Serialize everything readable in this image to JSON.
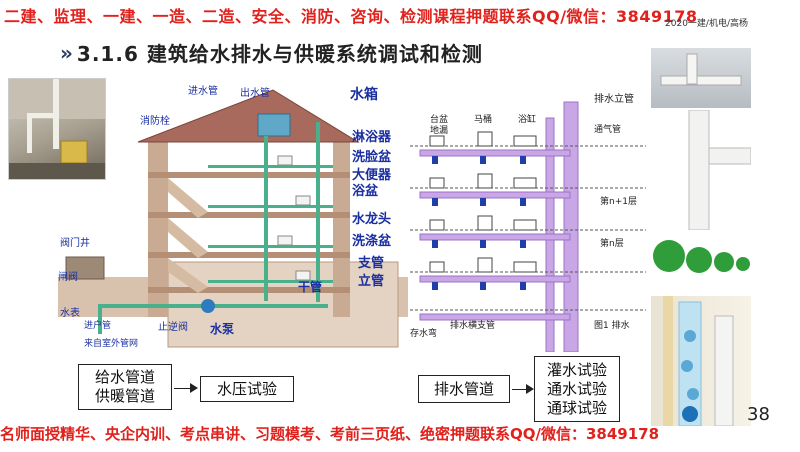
{
  "banner_top": "二建、监理、一建、一造、二造、安全、消防、咨询、检测课程押题联系QQ/微信：3849178",
  "course_tag": "2020一建/机电/高杨",
  "title": {
    "chevrons": "»",
    "text": "3.1.6 建筑给水排水与供暖系统调试和检测"
  },
  "supply_diagram": {
    "labels": {
      "inlet_pipe": "进水管",
      "outlet_pipe": "出水管",
      "water_tank": "水箱",
      "hydrant": "消防栓",
      "shower": "淋浴器",
      "washbasin": "洗脸盆",
      "toilet": "大便器",
      "bathtub": "浴盆",
      "faucet": "水龙头",
      "sink": "洗涤盆",
      "branch_pipe": "支管",
      "riser_pipe": "立管",
      "main_pipe": "干管",
      "valve_well": "阀门井",
      "gate_valve": "闸阀",
      "water_meter": "水表",
      "inlet_main": "进户管",
      "from_municipal": "来自室外管网",
      "check_valve": "止逆阀",
      "pump": "水泵"
    }
  },
  "drain_diagram": {
    "labels": {
      "drain_riser": "排水立管",
      "vent_pipe": "通气管",
      "floor_n1": "第n+1层",
      "floor_n": "第n层",
      "basin_drain": "台盆",
      "floor_drain": "地漏",
      "toilet": "马桶",
      "bathtub": "浴缸",
      "storage_trap": "存水弯",
      "drain_branch": "排水横支管",
      "figure_caption": "图1 排水"
    }
  },
  "flow": {
    "left": {
      "lines": [
        "给水管道",
        "供暖管道"
      ],
      "result": "水压试验"
    },
    "right": {
      "source": "排水管道",
      "results": [
        "灌水试验",
        "通水试验",
        "通球试验"
      ]
    }
  },
  "page_number": "38",
  "banner_bottom": "名师面授精华、央企内训、考点串讲、习题模考、考前三页纸、绝密押题联系QQ/微信：3849178",
  "colors": {
    "red": "#e0211c",
    "roof": "#a86a5c",
    "wall": "#c9ab93",
    "pipe_green": "#4ab08b",
    "drain_purple": "#c9a6e6",
    "label_blue": "#1a2fa0",
    "ball_green": "#2f9e3a"
  }
}
